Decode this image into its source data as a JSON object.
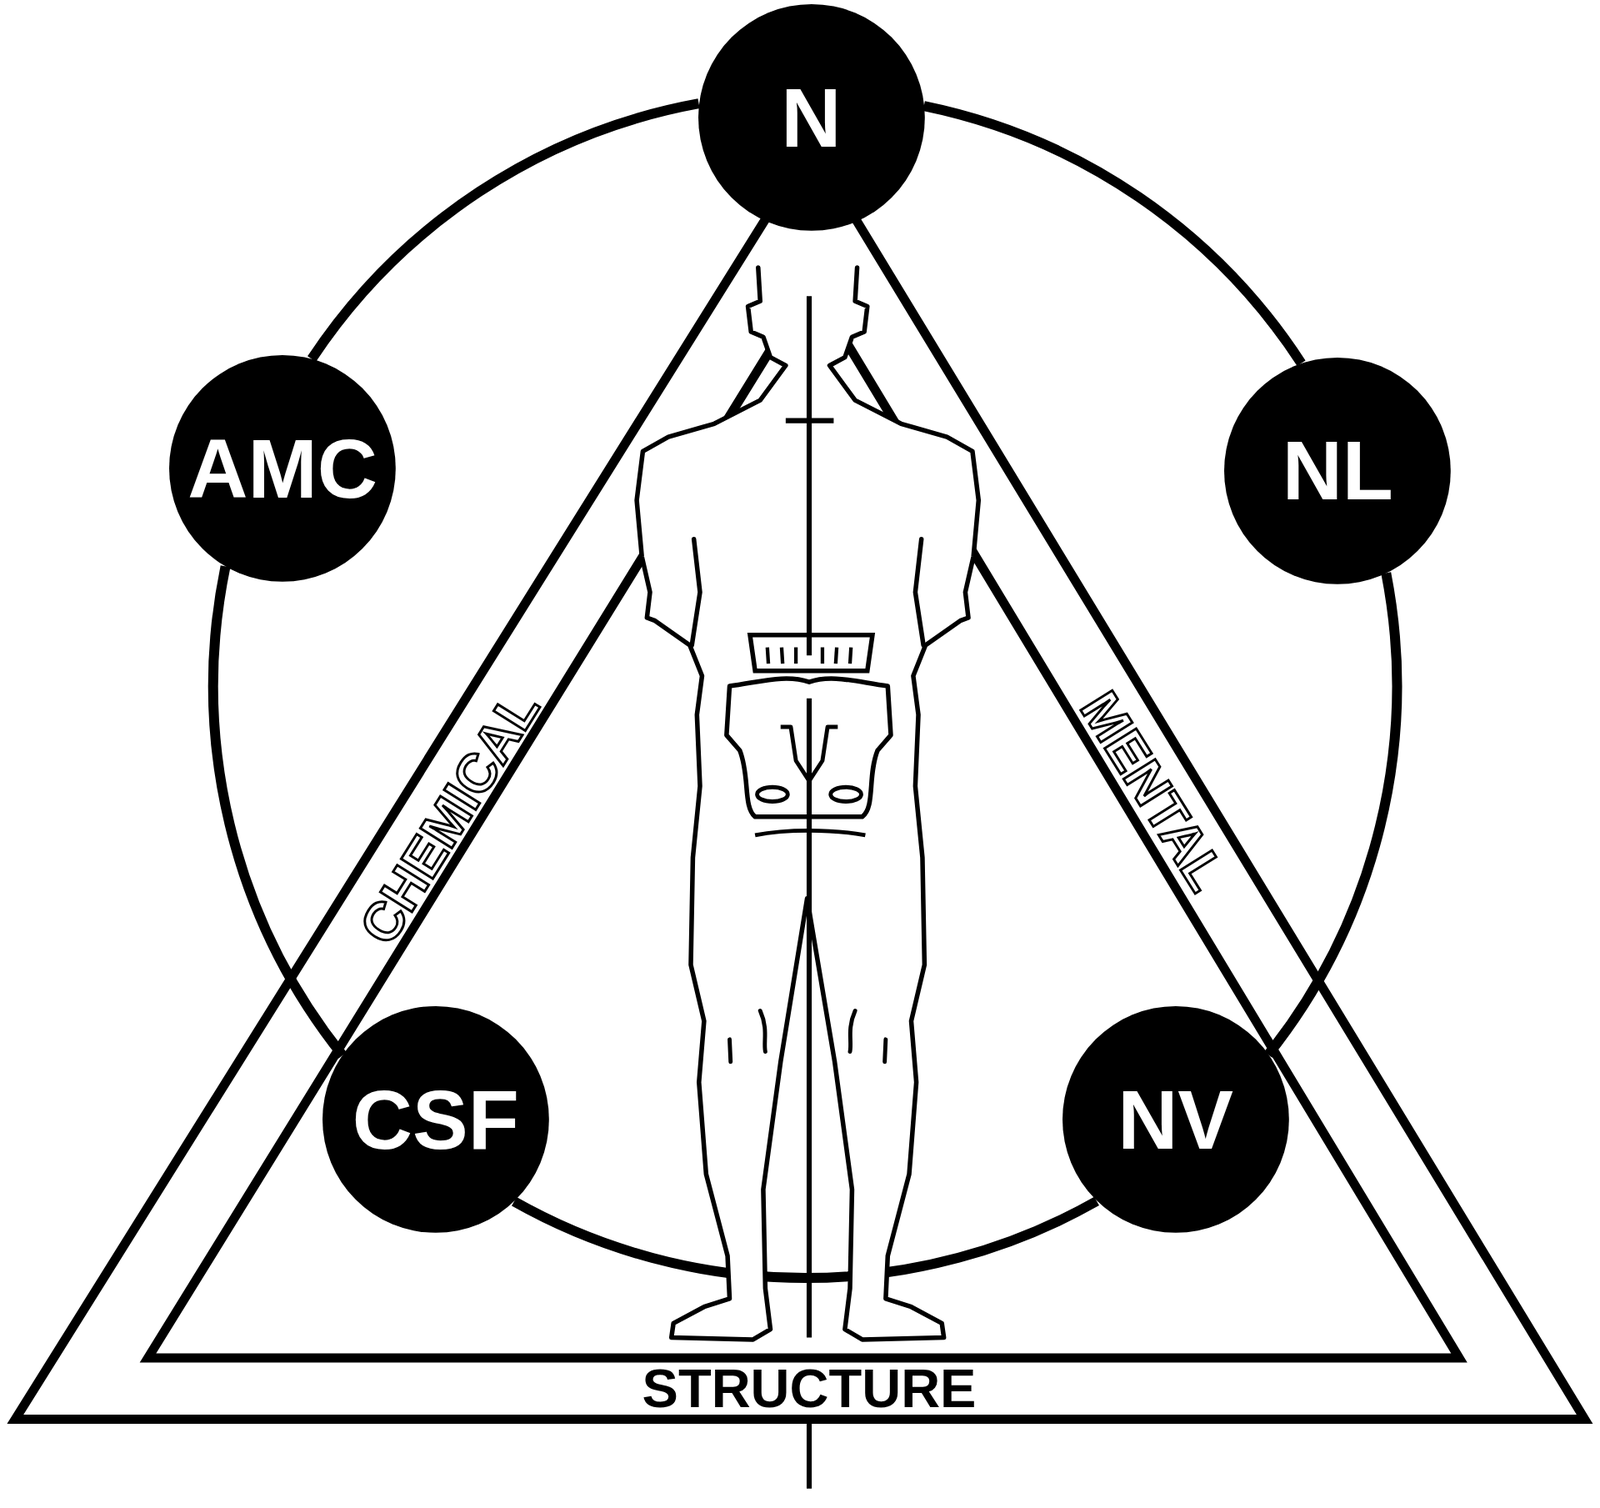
{
  "diagram": {
    "nodes": [
      {
        "text": [
          "N"
        ]
      },
      {
        "text": [
          "AMC"
        ]
      },
      {
        "text": [
          "NL"
        ]
      },
      {
        "text": [
          "CSF"
        ]
      },
      {
        "text": [
          "NV"
        ]
      }
    ],
    "edges": [
      {
        "from": 0,
        "to": 2,
        "arrow": "none"
      },
      {
        "from": 2,
        "to": 4,
        "arrow": "none"
      },
      {
        "from": 4,
        "to": 3,
        "arrow": "none"
      },
      {
        "from": 3,
        "to": 1,
        "arrow": "none"
      },
      {
        "from": 1,
        "to": 0,
        "arrow": "none"
      }
    ],
    "labels": [
      "CHEMICAL",
      "MENTAL",
      "STRUCTURE"
    ]
  }
}
